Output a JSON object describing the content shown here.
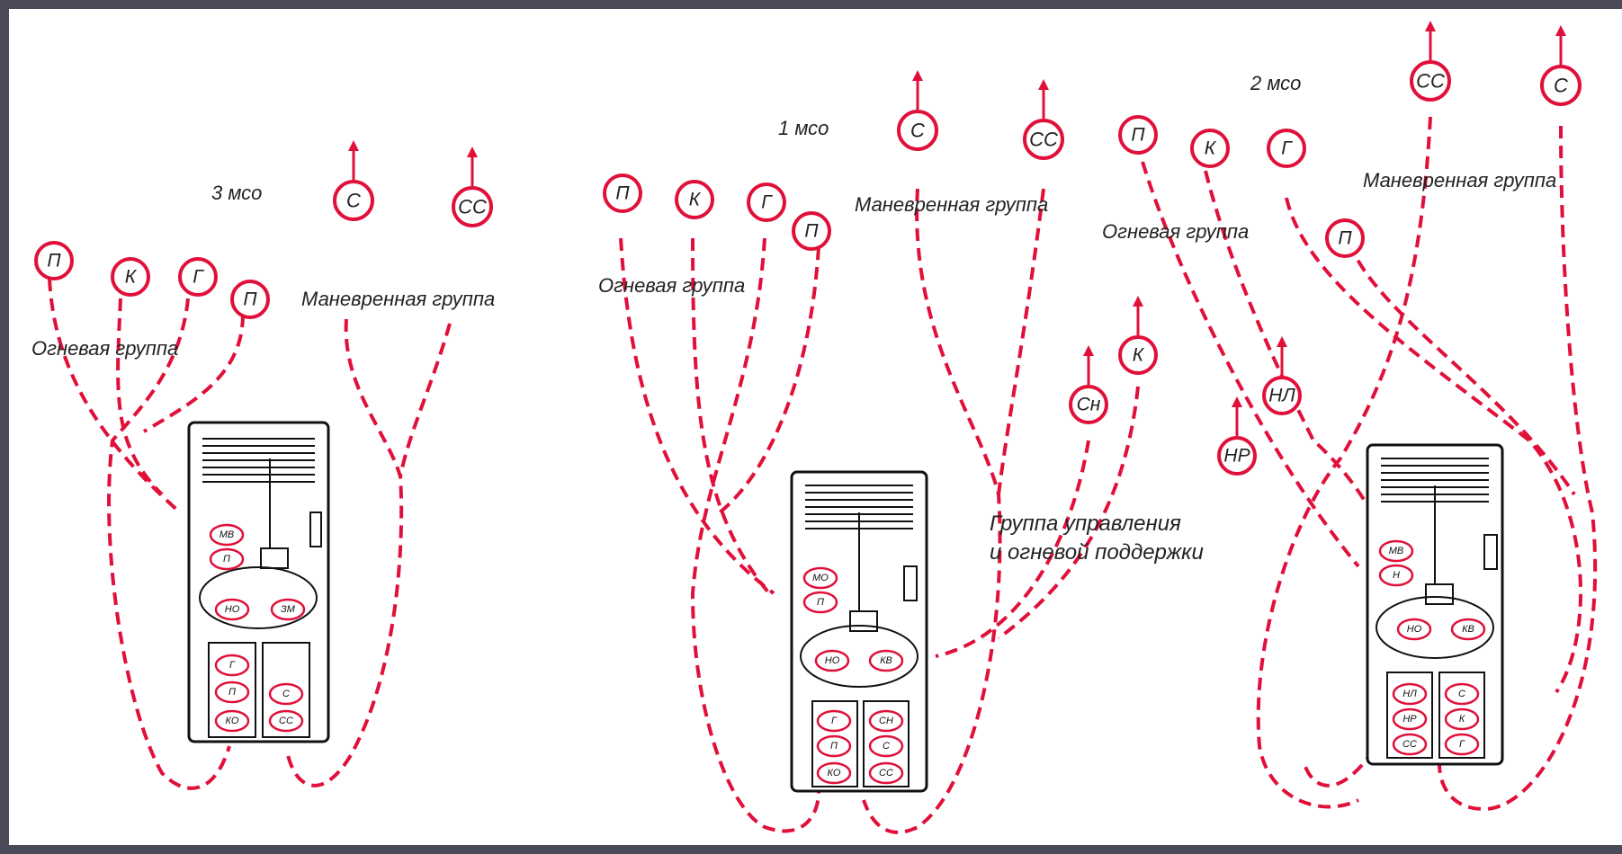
{
  "groups": [
    {
      "id": "mso3",
      "title": "3 мсо",
      "fire_group": "Огневая группа",
      "maneuver_group": "Маневренная группа",
      "fire_symbols": [
        "П",
        "К",
        "Г",
        "П"
      ],
      "maneuver_symbols": [
        "С",
        "СС"
      ],
      "seats": {
        "top": [
          "МВ",
          "П"
        ],
        "middle": [
          "НО",
          "ЗМ"
        ],
        "left": [
          "Г",
          "П",
          "КО"
        ],
        "right": [
          "С",
          "СС"
        ]
      }
    },
    {
      "id": "mso1",
      "title": "1 мсо",
      "fire_group": "Огневая группа",
      "maneuver_group": "Маневренная группа",
      "fire_symbols": [
        "П",
        "К",
        "Г",
        "П"
      ],
      "maneuver_symbols": [
        "С",
        "СС"
      ],
      "seats": {
        "top": [
          "МО",
          "П"
        ],
        "middle": [
          "НО",
          "КВ"
        ],
        "left": [
          "Г",
          "П",
          "КО"
        ],
        "right": [
          "СН",
          "С",
          "СС"
        ]
      }
    },
    {
      "id": "mso2",
      "title": "2 мсо",
      "fire_group": "Огневая группа",
      "maneuver_group": "Маневренная группа",
      "fire_symbols": [
        "П",
        "К",
        "Г",
        "П"
      ],
      "maneuver_symbols": [
        "СС",
        "С"
      ],
      "seats": {
        "top": [
          "МВ",
          "Н"
        ],
        "middle": [
          "НО",
          "КВ"
        ],
        "left": [
          "НЛ",
          "НР",
          "СС"
        ],
        "right": [
          "С",
          "К",
          "Г"
        ]
      }
    }
  ],
  "control_group": {
    "label_line1": "Группа управления",
    "label_line2": "и огневой поддержки",
    "symbols": [
      "Сн",
      "К",
      "НР",
      "НЛ"
    ]
  },
  "colors": {
    "route": "#e0103a",
    "background": "#ffffff",
    "frame": "#4a4a58",
    "ink": "#111111"
  }
}
